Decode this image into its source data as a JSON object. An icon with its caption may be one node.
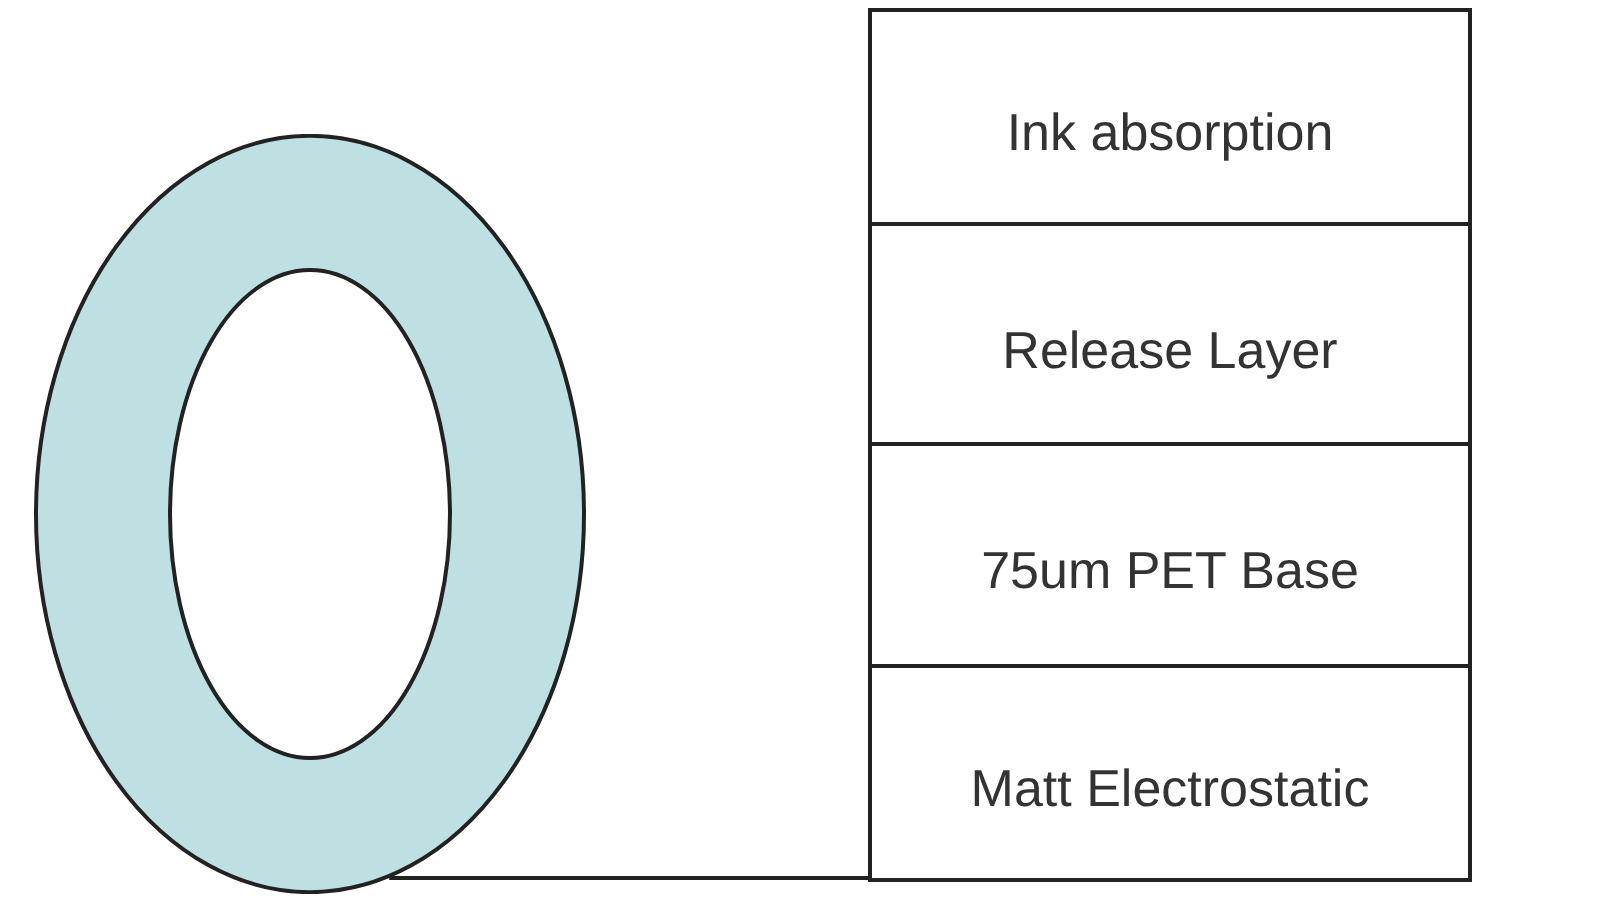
{
  "diagram": {
    "nodes": [
      {
        "text": [],
        "shape": "circle"
      },
      {
        "text": [
          "Ink absorption"
        ]
      },
      {
        "text": [
          "Release Layer"
        ]
      },
      {
        "text": [
          "75um PET Base"
        ]
      },
      {
        "text": [
          "Matt Electrostatic"
        ]
      }
    ],
    "edges": [
      {
        "from": 0,
        "to": 4,
        "arrow": "none"
      }
    ]
  }
}
